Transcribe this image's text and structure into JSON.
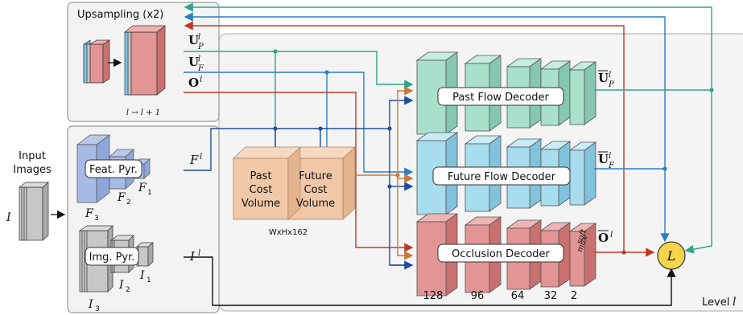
{
  "upsampling": {
    "title": "Upsampling (x2)",
    "caption": "l → l + 1"
  },
  "input": {
    "title_line1": "Input",
    "title_line2": "Images",
    "symbol": "I"
  },
  "pyramids": {
    "feat": {
      "label": "Feat. Pyr.",
      "levels": [
        "F",
        "F",
        "F"
      ],
      "subs": [
        "3",
        "2",
        "1"
      ]
    },
    "img": {
      "label": "Img. Pyr.",
      "levels": [
        "I",
        "I",
        "I"
      ],
      "subs": [
        "3",
        "2",
        "1"
      ]
    }
  },
  "signals": {
    "up": "U",
    "up_sub": "P",
    "uf": "U",
    "uf_sub": "F",
    "o": "O",
    "sup": "l",
    "feat": "F",
    "img": "I"
  },
  "cost_volume": {
    "past_line1": "Past",
    "past_line2": "Cost",
    "past_line3": "Volume",
    "future_line1": "Future",
    "future_line2": "Cost",
    "future_line3": "Volume",
    "dims": "WxHx162"
  },
  "decoders": {
    "past": "Past Flow Decoder",
    "future": "Future Flow Decoder",
    "occlusion": "Occlusion Decoder",
    "softmax_line1": "soft",
    "softmax_line2": "max"
  },
  "outputs": {
    "up": "U",
    "up_sub": "P",
    "uf": "U",
    "uf_sub": "F",
    "o": "O",
    "sup": "l"
  },
  "channels": [
    "128",
    "96",
    "64",
    "32",
    "2"
  ],
  "loss": "L",
  "level_label": "Level",
  "level_symbol": "l",
  "colors": {
    "teal": "#2ea58a",
    "blue": "#2a7fc2",
    "red": "#c0392b",
    "navy": "#1f4e9c",
    "orange": "#c97a3a",
    "green_fill": "#a8e0cc",
    "cyan_fill": "#a8dcef",
    "red_fill": "#e39494",
    "cost_fill": "#f0c8a8",
    "loss_fill": "#f7d54a"
  }
}
